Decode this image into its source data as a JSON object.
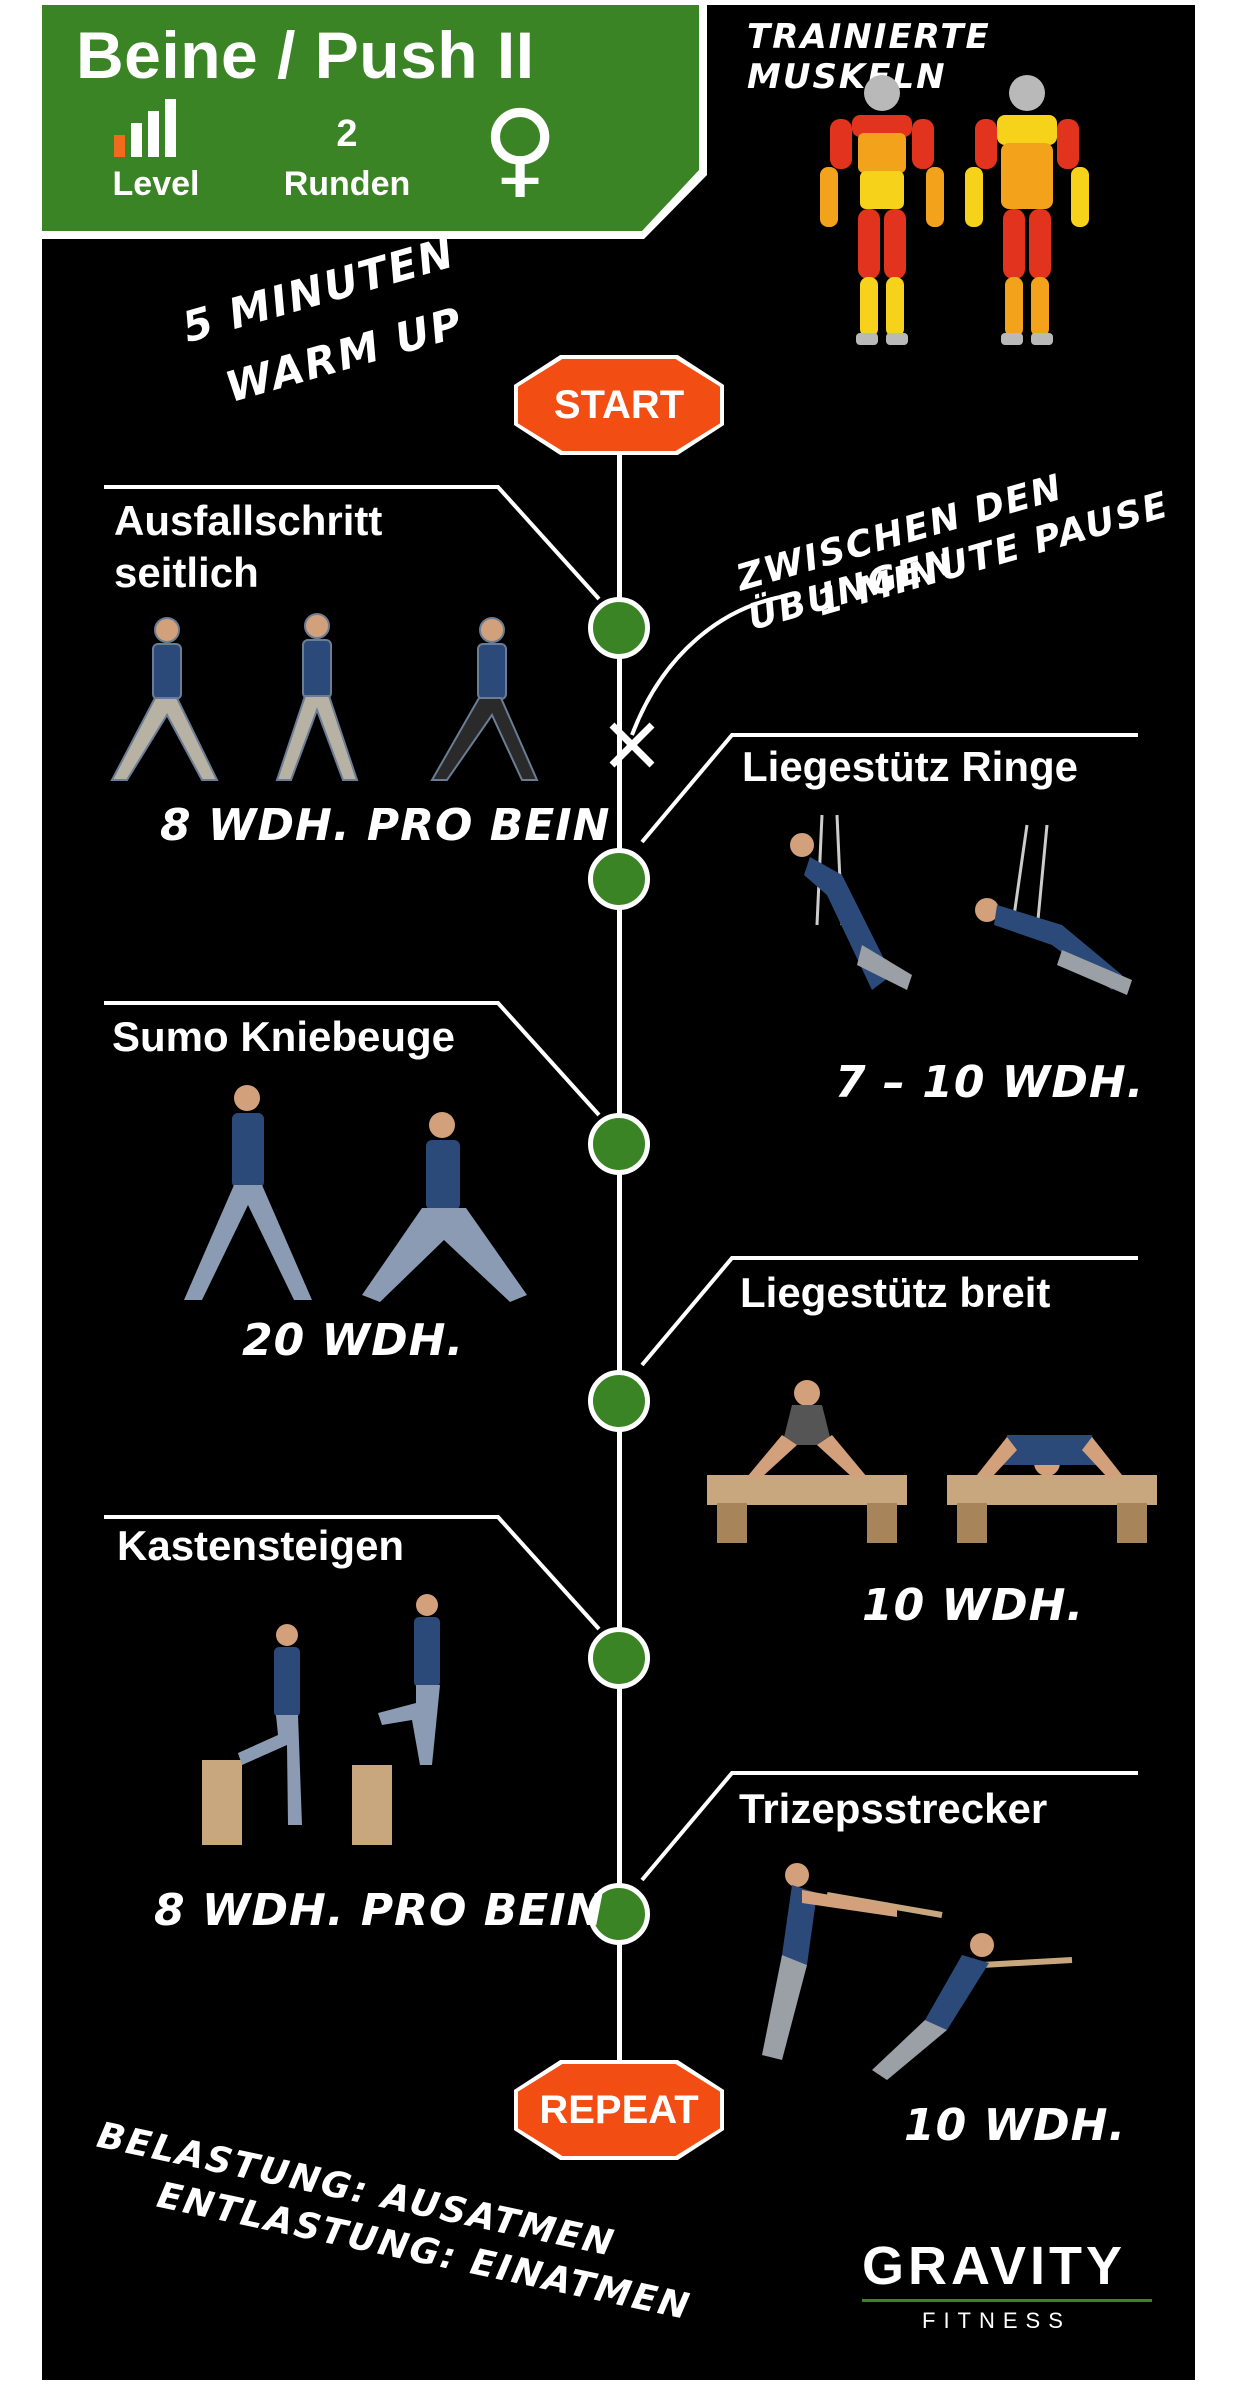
{
  "header": {
    "title": "Beine / Push II",
    "level_label": "Level",
    "rounds_value": "2",
    "rounds_label": "Runden",
    "gender_symbol": "♀",
    "level_icon": "signal-bars-icon"
  },
  "muscles_heading": "TRAINIERTE MUSKELN",
  "warmup": [
    "5 MINUTEN",
    "WARM UP"
  ],
  "pause_note": [
    "ZWISCHEN DEN ÜBUNGEN",
    "1 MINUTE PAUSE"
  ],
  "start_label": "START",
  "repeat_label": "REPEAT",
  "exercises": [
    {
      "title_line1": "Ausfallschritt",
      "title_line2": "seitlich",
      "reps": "8 WDH. PRO BEIN"
    },
    {
      "title_line1": "Liegestütz Ringe",
      "reps": "7 – 10 WDH."
    },
    {
      "title_line1": "Sumo Kniebeuge",
      "reps": "20 WDH."
    },
    {
      "title_line1": "Liegestütz breit",
      "reps": "10 WDH."
    },
    {
      "title_line1": "Kastensteigen",
      "reps": "8 WDH. PRO BEIN"
    },
    {
      "title_line1": "Trizepsstrecker",
      "reps": "10 WDH."
    }
  ],
  "breathing": [
    "BELASTUNG: AUSATMEN",
    "ENTLASTUNG: EINATMEN"
  ],
  "logo": {
    "word": "GRAVITY",
    "sub": "FITNESS"
  },
  "colors": {
    "green": "#3b8425",
    "orange": "#f24d12",
    "black": "#000000"
  }
}
